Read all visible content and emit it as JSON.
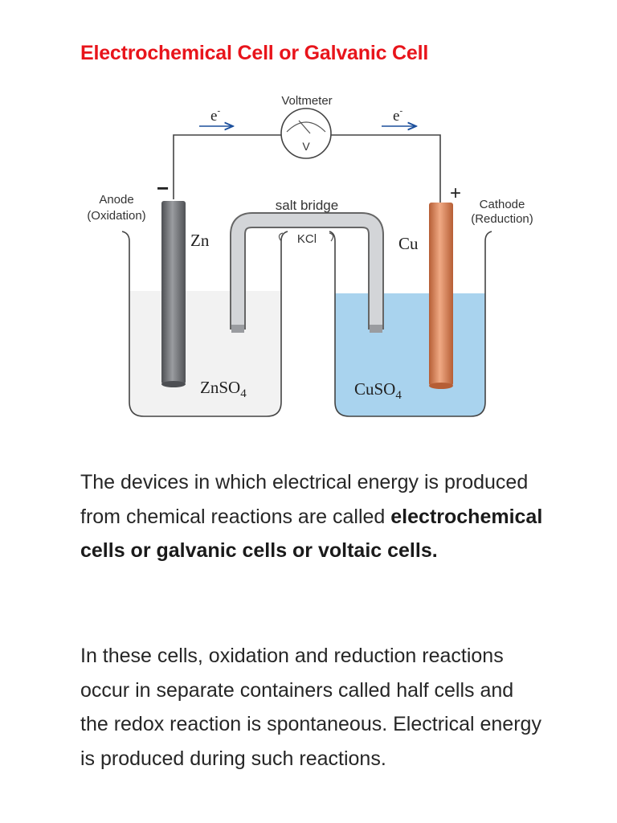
{
  "title": "Electrochemical Cell or Galvanic Cell",
  "colors": {
    "title": "#e8141b",
    "zinc_solution": "#f2f2f2",
    "copper_solution": "#a9d3ee",
    "zinc_rod": "#6d6f73",
    "copper_rod": "#d8825a",
    "salt_bridge": "#d3d5d8",
    "wire": "#444444"
  },
  "diagram": {
    "voltmeter_label": "Voltmeter",
    "voltmeter_symbol": "V",
    "electron_left": "e",
    "electron_right": "e",
    "electron_sup": "-",
    "anode_sign": "−",
    "cathode_sign": "+",
    "anode_label": "Anode",
    "anode_sub": "(Oxidation)",
    "cathode_label": "Cathode",
    "cathode_sub": "(Reduction)",
    "salt_bridge_label": "salt bridge",
    "salt_bridge_content": "KCl",
    "zn_label": "Zn",
    "cu_label": "Cu",
    "znso4_base": "ZnSO",
    "cuso4_base": "CuSO",
    "subscript": "4"
  },
  "paragraph1": {
    "normal": "The devices in which electrical energy is produced from chemical reactions are called ",
    "bold": "electrochemical cells or galvanic cells or voltaic cells."
  },
  "paragraph2": "In these cells, oxidation and reduction reactions occur in separate containers called half cells and the redox reaction is spontaneous. Electrical energy is produced during such reactions."
}
